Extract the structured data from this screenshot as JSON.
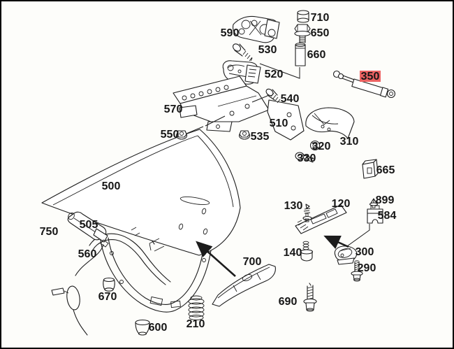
{
  "window": {
    "background": "#fdfdfa",
    "border_color": "#000000"
  },
  "diagram": {
    "type": "exploded-parts-diagram",
    "line_color": "#1c1c1c",
    "label_color": "#161616",
    "highlighted_part": "350",
    "highlight": {
      "bg": "#ec6363",
      "text": "#7d1113"
    },
    "labels": {
      "500": "500",
      "505": "505",
      "560": "560",
      "750": "750",
      "670": "670",
      "600": "600",
      "210": "210",
      "700": "700",
      "690": "690",
      "590": "590",
      "710": "710",
      "650": "650",
      "660": "660",
      "530": "530",
      "520": "520",
      "540": "540",
      "570": "570",
      "550": "550",
      "535": "535",
      "510": "510",
      "350": "350",
      "310": "310",
      "320": "320",
      "330": "330",
      "665": "665",
      "130": "130",
      "120": "120",
      "140": "140",
      "899": "899",
      "584": "584",
      "300": "300",
      "290": "290"
    }
  }
}
